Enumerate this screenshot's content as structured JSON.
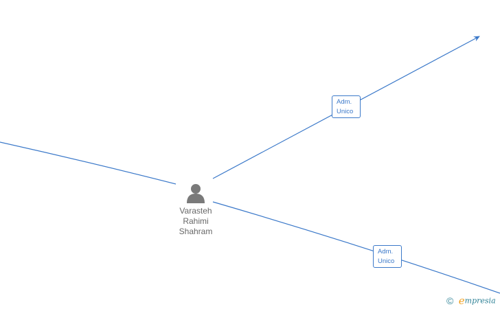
{
  "person": {
    "name_lines": [
      "Varasteh",
      "Rahimi",
      "Shahram"
    ],
    "icon": "person-icon"
  },
  "edges": [
    {
      "role_lines": [
        "Adm.",
        "Unico"
      ]
    },
    {
      "role_lines": [
        "Adm.",
        "Unico"
      ]
    },
    {
      "role_lines": []
    }
  ],
  "brand": {
    "copyright_symbol": "©",
    "logo_initial": "e",
    "logo_rest": "mpresia"
  },
  "colors": {
    "edge": "#3a78c9",
    "node_icon": "#7a7a7a",
    "node_text": "#666666",
    "brand_accent": "#f0a020",
    "brand_text": "#2a7f94"
  }
}
